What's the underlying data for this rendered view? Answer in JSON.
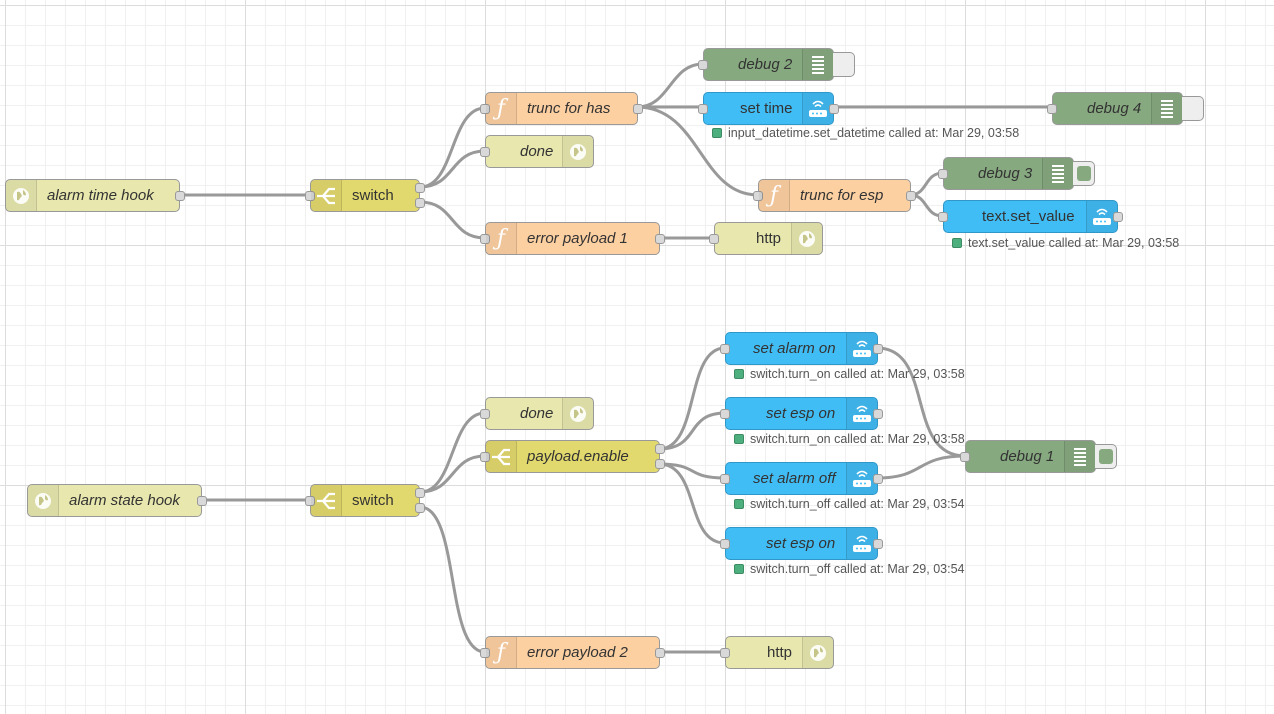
{
  "canvas": {
    "background": "#ffffff",
    "grid_color": "#dcdcdc"
  },
  "colors": {
    "http_node": "#e7e7ae",
    "switch_node": "#e2d96e",
    "function_node": "#fdd0a2",
    "debug_node": "#87a980",
    "home_assistant_node": "#41bdf5",
    "wire": "#999999",
    "status_ok": "#4caf7d"
  },
  "nodes": {
    "alarm_time_hook": {
      "label": "alarm time hook",
      "icon": "globe-icon"
    },
    "switch_1": {
      "label": "switch",
      "icon": "switch-icon"
    },
    "trunc_for_has": {
      "label": "trunc for has",
      "icon": "function-icon"
    },
    "done_1": {
      "label": "done",
      "icon": "globe-icon"
    },
    "error_payload_1": {
      "label": "error payload 1",
      "icon": "function-icon"
    },
    "http_1": {
      "label": "http",
      "icon": "globe-icon"
    },
    "debug_2": {
      "label": "debug 2",
      "icon": "debug-list-icon"
    },
    "set_time": {
      "label": "set time",
      "icon": "home-assistant-icon",
      "status": "input_datetime.set_datetime called at: Mar 29, 03:58"
    },
    "debug_4": {
      "label": "debug 4",
      "icon": "debug-list-icon"
    },
    "trunc_for_esp": {
      "label": "trunc for esp",
      "icon": "function-icon"
    },
    "debug_3": {
      "label": "debug 3",
      "icon": "debug-list-icon"
    },
    "text_set_value": {
      "label": "text.set_value",
      "icon": "home-assistant-icon",
      "status": "text.set_value called at: Mar 29, 03:58"
    },
    "alarm_state_hook": {
      "label": "alarm state hook",
      "icon": "globe-icon"
    },
    "switch_2": {
      "label": "switch",
      "icon": "switch-icon"
    },
    "done_2": {
      "label": "done",
      "icon": "globe-icon"
    },
    "payload_enable": {
      "label": "payload.enable",
      "icon": "switch-icon"
    },
    "error_payload_2": {
      "label": "error payload 2",
      "icon": "function-icon"
    },
    "http_2": {
      "label": "http",
      "icon": "globe-icon"
    },
    "set_alarm_on": {
      "label": "set alarm on",
      "icon": "home-assistant-icon",
      "status": "switch.turn_on called at: Mar 29, 03:58"
    },
    "set_esp_on_1": {
      "label": "set esp on",
      "icon": "home-assistant-icon",
      "status": "switch.turn_on called at: Mar 29, 03:58"
    },
    "set_alarm_off": {
      "label": "set alarm off",
      "icon": "home-assistant-icon",
      "status": "switch.turn_off called at: Mar 29, 03:54"
    },
    "set_esp_on_2": {
      "label": "set esp on",
      "icon": "home-assistant-icon",
      "status": "switch.turn_off called at: Mar 29, 03:54"
    },
    "debug_1": {
      "label": "debug 1",
      "icon": "debug-list-icon"
    }
  }
}
